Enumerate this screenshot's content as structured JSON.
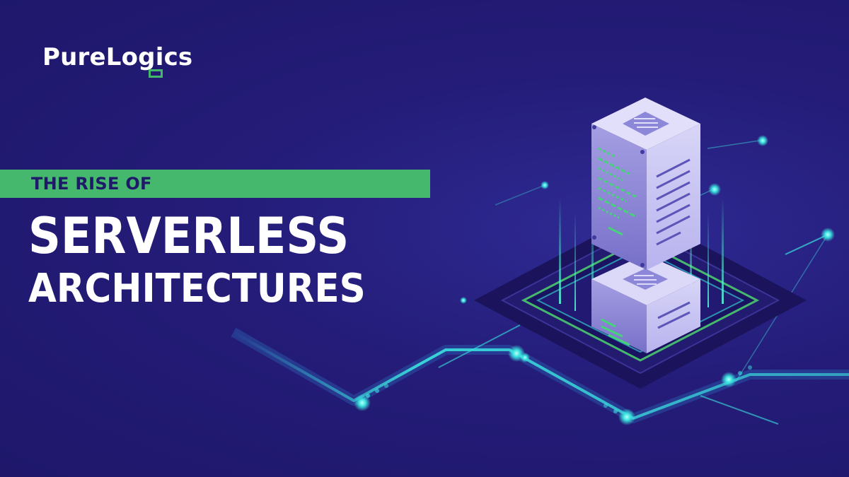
{
  "logo": {
    "text": "PureLogics"
  },
  "banner": {
    "text": "THE RISE OF"
  },
  "headline": {
    "line1": "SERVERLESS",
    "line2": "ARCHITECTURES"
  },
  "colors": {
    "background": "#21196b",
    "accent_green": "#46b86d",
    "glow_cyan": "#3be3e0",
    "server_face": "#c6c1f1",
    "text_white": "#ffffff"
  },
  "icons": {
    "server": "server-rack-icon",
    "circuit": "circuit-trace-icon"
  }
}
